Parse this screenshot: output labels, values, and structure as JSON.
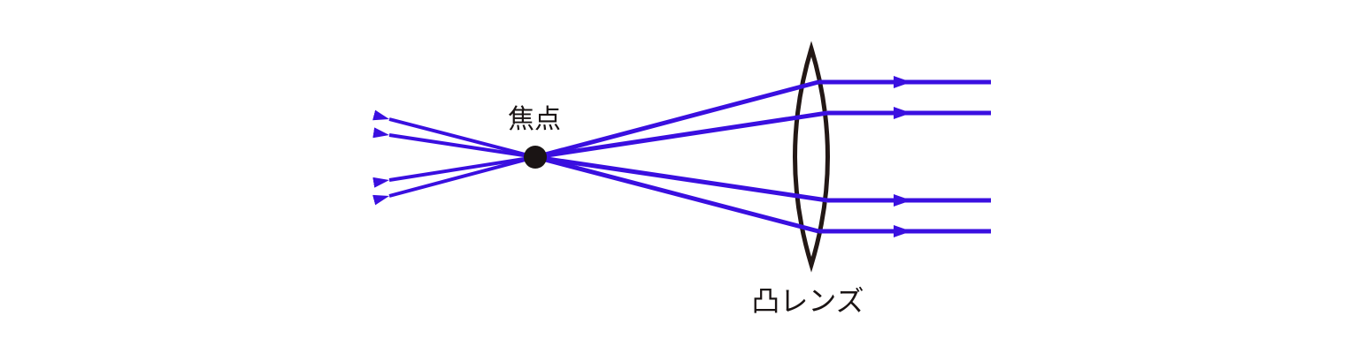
{
  "labels": {
    "focal_point": "焦点",
    "lens": "凸レンズ"
  },
  "colors": {
    "ray": "#3a0fe0",
    "lens": "#231815",
    "focal_point": "#1a1414",
    "background": "#ffffff"
  },
  "rays": [
    {
      "id": "ray-1"
    },
    {
      "id": "ray-2"
    },
    {
      "id": "ray-3"
    },
    {
      "id": "ray-4"
    }
  ]
}
